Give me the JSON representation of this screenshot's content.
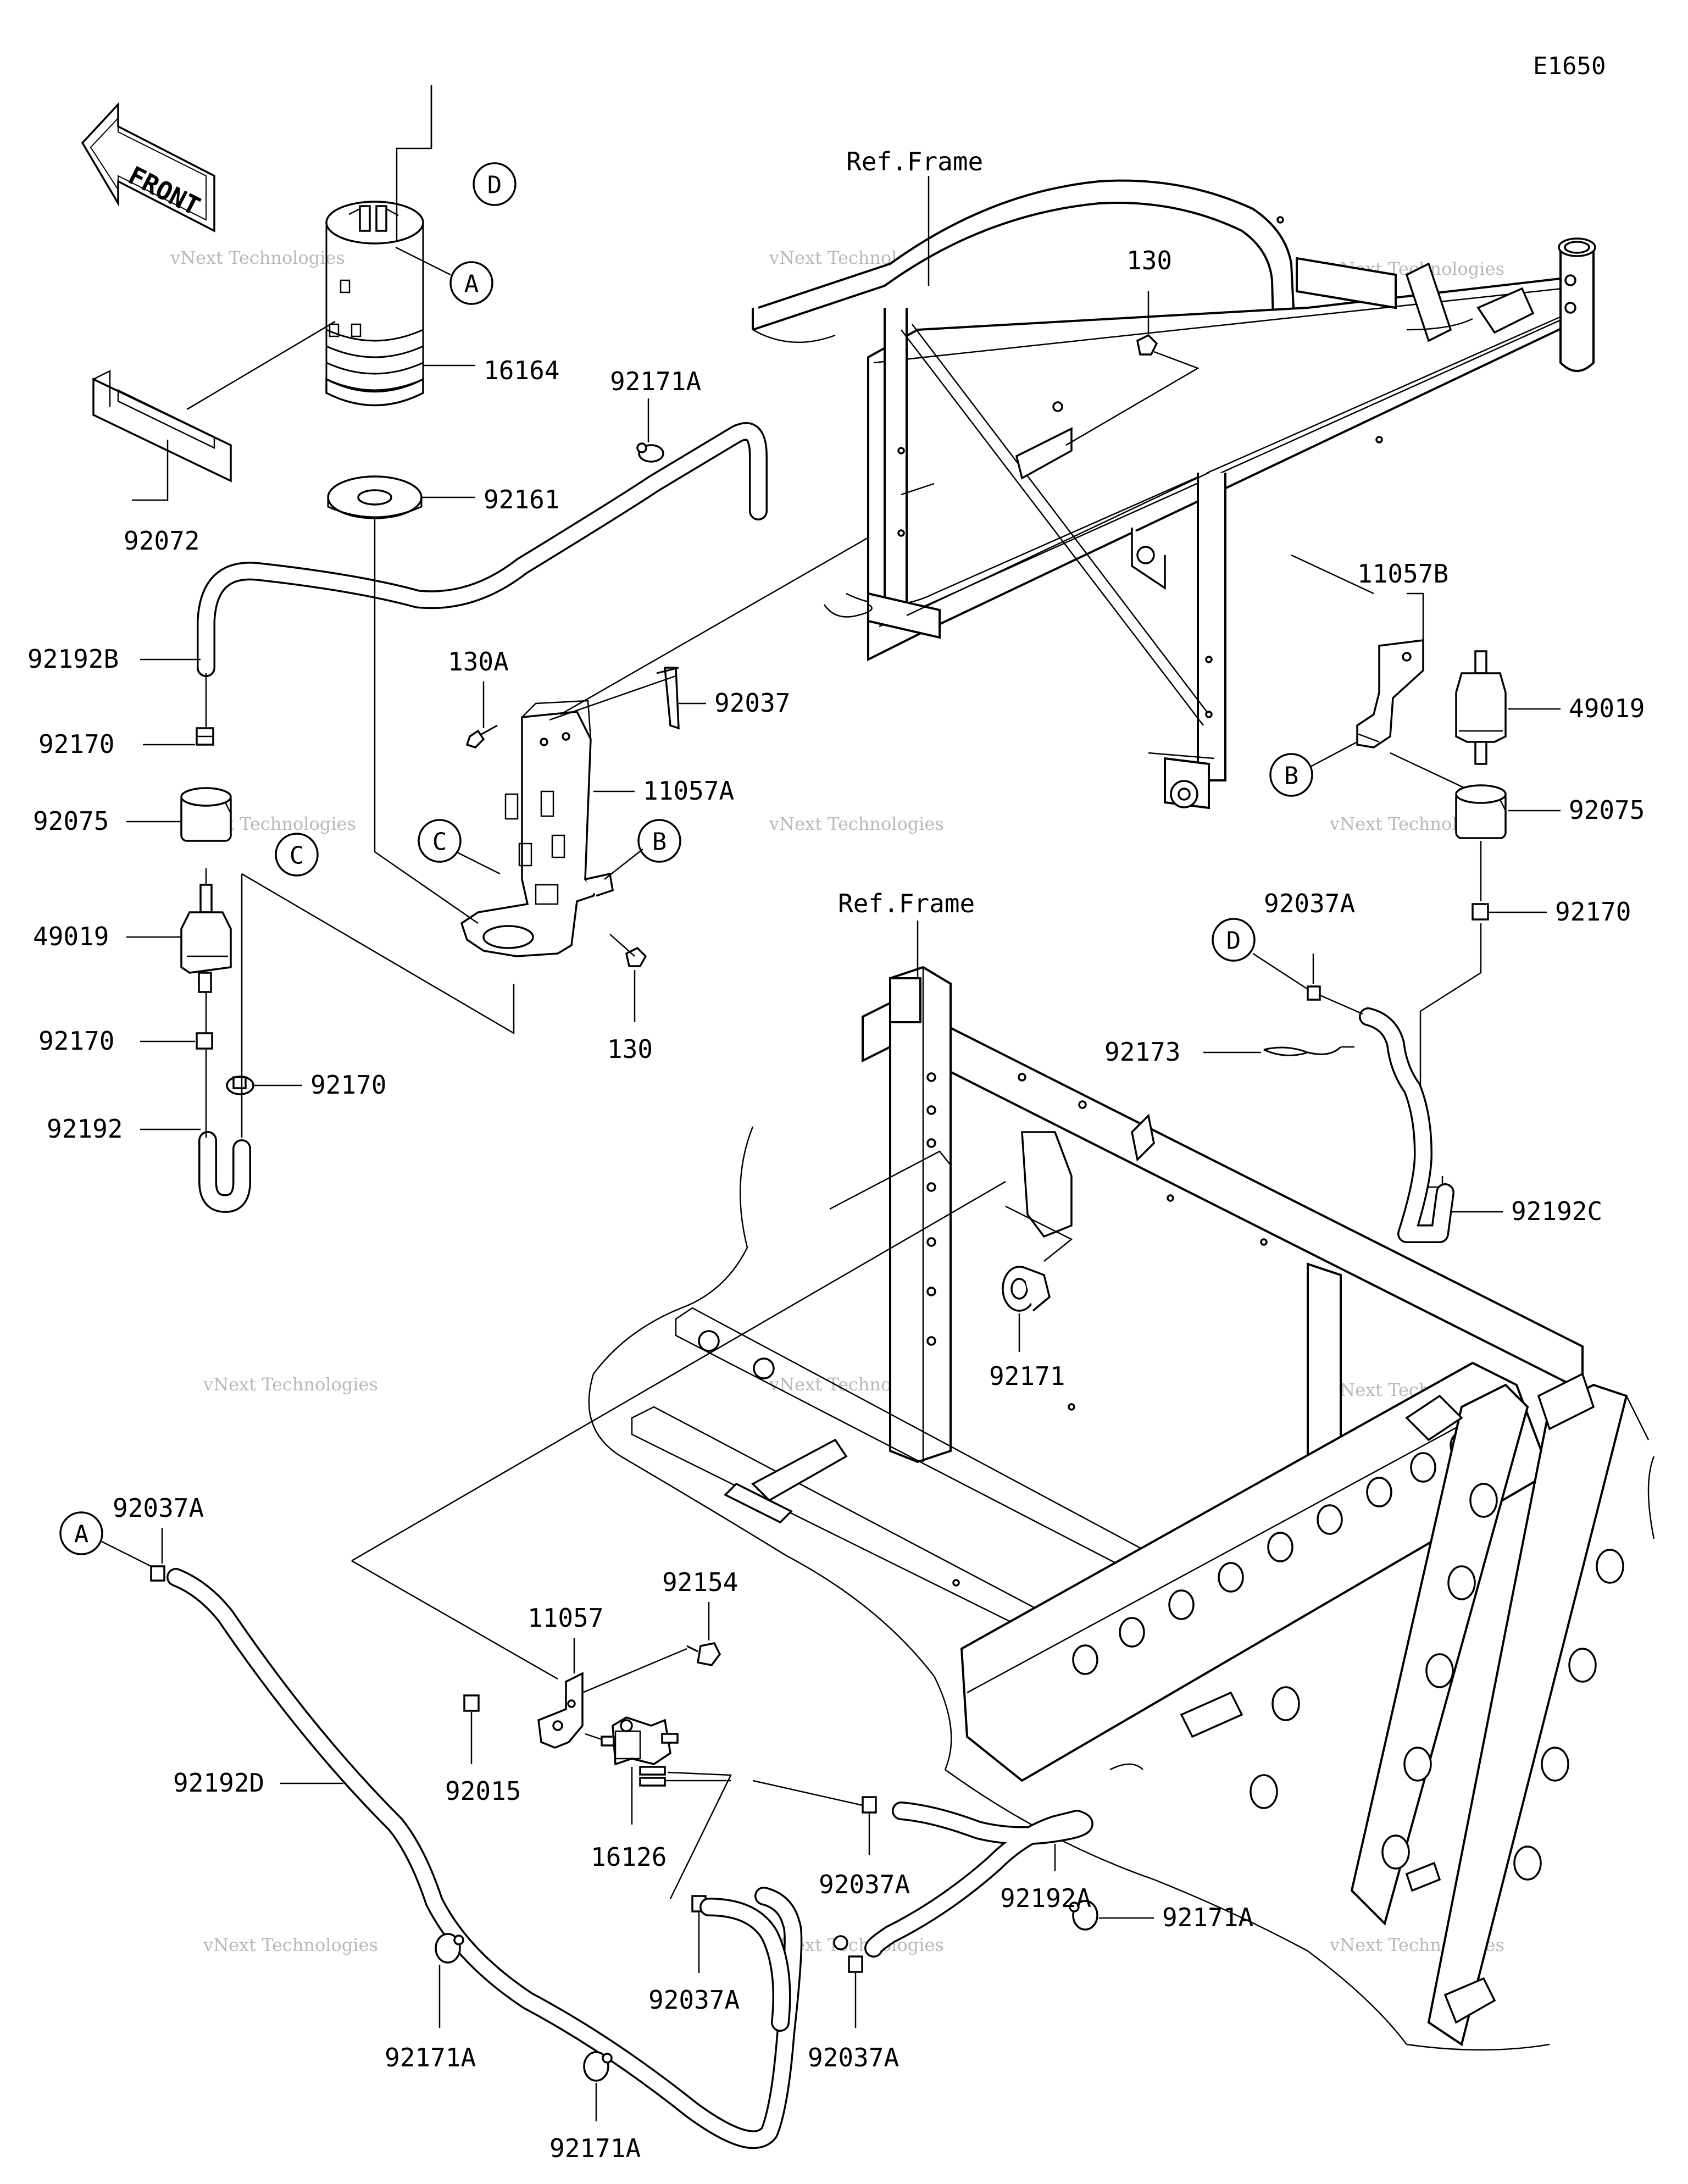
{
  "header": {
    "code": "E1650"
  },
  "front_arrow": {
    "label": "FRONT"
  },
  "ref_frames": [
    "Ref.Frame",
    "Ref.Frame"
  ],
  "watermark": {
    "line1": "vNext Technologies",
    "line2": "vNext\nTechnologies"
  },
  "labels": {
    "p16164": "16164",
    "p92161": "92161",
    "p92072": "92072",
    "p92171A_top": "92171A",
    "p92192B": "92192B",
    "p130_top": "130",
    "p130A": "130A",
    "p92037": "92037",
    "p11057A": "11057A",
    "p92170_a": "92170",
    "p92075_l": "92075",
    "p49019_l": "49019",
    "p92170_b": "92170",
    "p92170_c": "92170",
    "p92192": "92192",
    "p130_mid": "130",
    "p11057B": "11057B",
    "p49019_r": "49019",
    "p92075_r": "92075",
    "p92170_r": "92170",
    "p92037A_r": "92037A",
    "p92173": "92173",
    "p92192C": "92192C",
    "p92171_mid": "92171",
    "p92037A_l": "92037A",
    "p92154": "92154",
    "p11057": "11057",
    "p92192D": "92192D",
    "p92015": "92015",
    "p16126": "16126",
    "p92037A_b1": "92037A",
    "p92192A": "92192A",
    "p92037A_b2": "92037A",
    "p92037A_b3": "92037A",
    "p92171A_b1": "92171A",
    "p92171A_b2": "92171A",
    "p92171A_b3": "92171A"
  },
  "callouts": {
    "D_top": "D",
    "A_top": "A",
    "C_left": "C",
    "C_mid": "C",
    "B_mid": "B",
    "B_right": "B",
    "D_right": "D",
    "A_bottom": "A"
  }
}
